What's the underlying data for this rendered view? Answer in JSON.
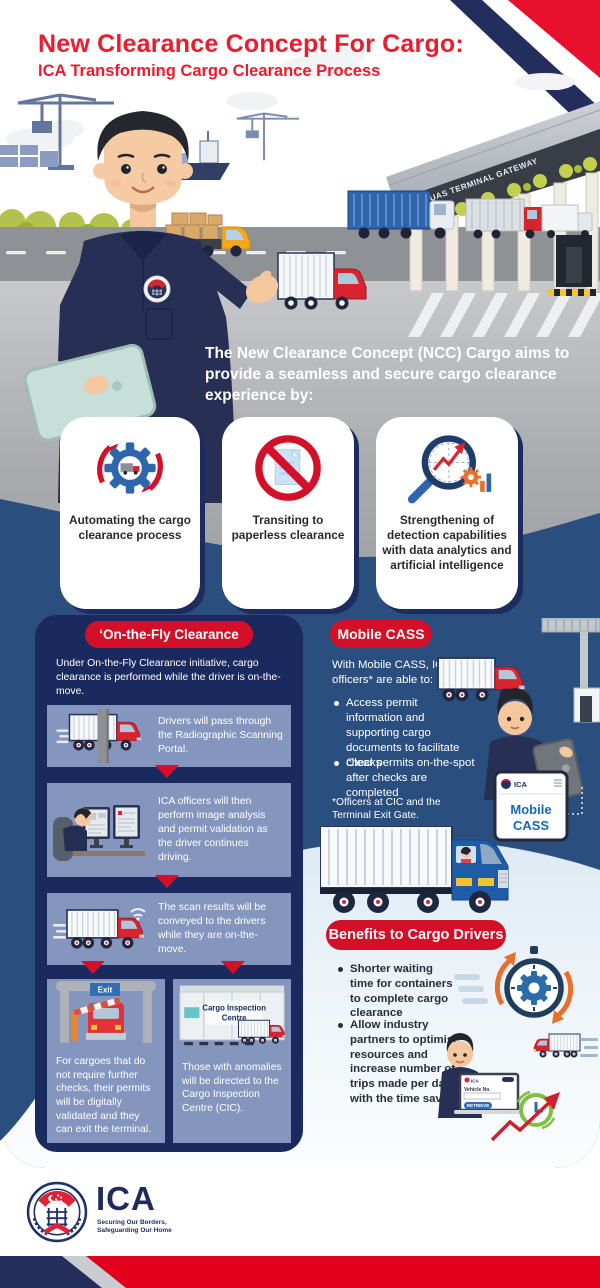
{
  "header": {
    "title": "New Clearance Concept For Cargo:",
    "subtitle": "ICA Transforming Cargo Clearance Process"
  },
  "hero": {
    "building_sign": "TUAS TERMINAL GATEWAY"
  },
  "intro": {
    "text": "The New Clearance Concept (NCC) Cargo aims to provide a seamless and secure cargo clearance experience by:"
  },
  "aims": [
    {
      "icon": "automation-gear-icon",
      "label": "Automating the cargo clearance process"
    },
    {
      "icon": "paperless-icon",
      "label": "Transiting to paperless clearance"
    },
    {
      "icon": "detection-analytics-icon",
      "label": "Strengthening of detection capabilities with data analytics and artificial intelligence"
    }
  ],
  "on_the_fly": {
    "title": "‘On-the-Fly Clearance",
    "intro": "Under On-the-Fly Clearance initiative, cargo clearance is performed while the driver is on-the-move.",
    "steps": [
      {
        "icon": "truck-scanning-portal-icon",
        "text": "Drivers will pass through the Radiographic Scanning Portal."
      },
      {
        "icon": "officer-monitors-icon",
        "text": "ICA officers will then perform image analysis and permit validation as the driver continues driving."
      },
      {
        "icon": "truck-signal-icon",
        "text": "The scan results will be conveyed to the drivers while they are on-the-move."
      }
    ],
    "outcomes": [
      {
        "sign": "Exit",
        "text": "For cargoes that do not require further checks, their permits will be digitally validated and they can exit the terminal."
      },
      {
        "sign_line1": "Cargo Inspection",
        "sign_line2": "Centre",
        "text": "Those with anomalies will be directed to the Cargo Inspection Centre (CIC)."
      }
    ]
  },
  "mobile_cass": {
    "title": "Mobile CASS",
    "intro": "With Mobile CASS, ICA officers* are able to:",
    "bullets": [
      "Access permit information and supporting cargo documents to facilitate checks",
      "Clear permits on-the-spot after checks are completed"
    ],
    "footnote": "*Officers at CIC and the Terminal Exit Gate.",
    "screen": {
      "brand": "ICA",
      "app_line1": "Mobile",
      "app_line2": "CASS"
    }
  },
  "benefits": {
    "title": "Benefits to Cargo Drivers",
    "bullets": [
      "Shorter waiting time for containers to complete cargo clearance",
      "Allow industry partners to optimise resources and increase number of trips made per day with the time saved"
    ],
    "laptop": {
      "brand": "ICA",
      "field_label": "Vehicle No.",
      "button_label": "RETRIEVE"
    }
  },
  "footer": {
    "logo_text": "ICA",
    "tagline_line1": "Securing Our Borders,",
    "tagline_line2": "Safeguarding Our Home"
  },
  "colors": {
    "title_red": "#EC1B2E",
    "accent_red": "#D31028",
    "navy": "#1B2A5E",
    "mid_blue": "#2A4E7E",
    "step_bg": "#8495BE",
    "pale_bg": "#E7F0F7"
  }
}
